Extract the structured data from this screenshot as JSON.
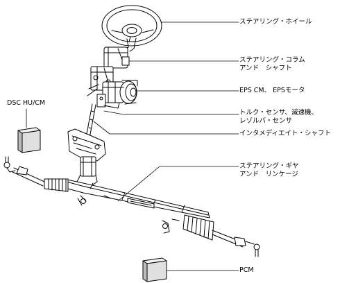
{
  "labels": {
    "steering_wheel": "ステアリング・ホイール",
    "steering_column_1": "ステアリング・コラム",
    "steering_column_2": "アンド　シャフト",
    "eps": "EPS CM、 EPSモータ",
    "torque_1": "トルク・センサ、減速機、",
    "torque_2": "レゾルバ・センサ",
    "intermediate": "インタメディエイト・シャフト",
    "gear_1": "ステアリング・ギヤ",
    "gear_2": "アンド　リンケージ",
    "dsc": "DSC HU/CM",
    "pcm": "PCM"
  },
  "colors": {
    "line": "#000000",
    "module_fill": "#e6e6e6",
    "background": "#ffffff"
  }
}
